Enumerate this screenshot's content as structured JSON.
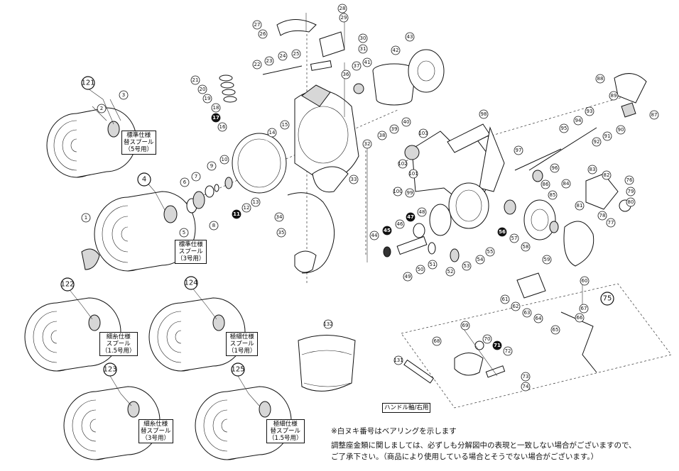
{
  "callouts": [
    "1",
    "2",
    "3",
    "4",
    "5",
    "6",
    "7",
    "8",
    "9",
    "10",
    "11",
    "12",
    "13",
    "14",
    "15",
    "16",
    "17",
    "18",
    "19",
    "20",
    "21",
    "22",
    "23",
    "24",
    "25",
    "26",
    "27",
    "28",
    "29",
    "30",
    "31",
    "32",
    "33",
    "34",
    "35",
    "36",
    "37",
    "38",
    "39",
    "40",
    "41",
    "42",
    "43",
    "44",
    "45",
    "46",
    "47",
    "48",
    "49",
    "50",
    "51",
    "52",
    "53",
    "54",
    "55",
    "56",
    "57",
    "58",
    "59",
    "60",
    "61",
    "62",
    "63",
    "64",
    "65",
    "66",
    "67",
    "68",
    "69",
    "70",
    "71",
    "72",
    "73",
    "74",
    "75",
    "76",
    "77",
    "78",
    "79",
    "80",
    "81",
    "82",
    "83",
    "84",
    "85",
    "86",
    "87",
    "88",
    "89",
    "90",
    "91",
    "92",
    "93",
    "94",
    "95",
    "96",
    "97",
    "98",
    "99",
    "100",
    "101",
    "102",
    "103",
    "121",
    "122",
    "123",
    "124",
    "125",
    "131",
    "132"
  ],
  "spool_labels": {
    "spool_121": "標準仕様\n替スプール\n（5号用）",
    "spool_4": "標準仕様\nスプール\n（3号用）",
    "spool_122": "細糸仕様\nスプール\n（1.5号用）",
    "spool_124": "極細仕様\nスプール\n（1号用）",
    "spool_123": "細糸仕様\n替スプール\n（3号用）",
    "spool_125": "極細仕様\n替スプール\n（1.5号用）"
  },
  "handle_label": "ハンドル軸/右用",
  "notes": {
    "bearing_note": "※白ヌキ番号はベアリングを示します",
    "washer_note_1": "調整座金類に関しましては、必ずしも分解図中の表現と一致しない場合がございますので、",
    "washer_note_2": "ご了承下さい。（商品により使用している場合とそうでない場合がございます。）"
  }
}
